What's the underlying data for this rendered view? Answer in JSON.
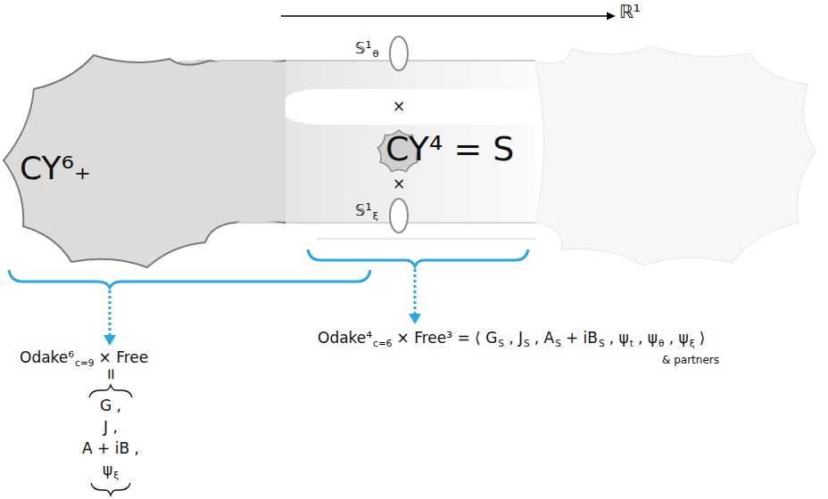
{
  "diagram": {
    "nodes": [
      {
        "text": [
          "CY⁶₊"
        ]
      }
    ],
    "labels": [
      "ℝ¹",
      "𝕊¹",
      "θ",
      "×",
      "CY⁴ = S",
      "×",
      "𝕊¹",
      "ξ",
      "Odake⁶",
      "c=9",
      "× Free",
      "=",
      "G ,",
      "J ,",
      "A + iB ,",
      "ψ",
      "ξ",
      "Odake⁴",
      "c=6",
      "× Free³ = ⟨ G",
      "S",
      ", J",
      "S",
      ", A",
      "S",
      "+ iB",
      "S",
      ", ψ",
      "t",
      ", ψ",
      "θ",
      ", ψ",
      "ξ",
      "⟩",
      "& partners"
    ]
  }
}
